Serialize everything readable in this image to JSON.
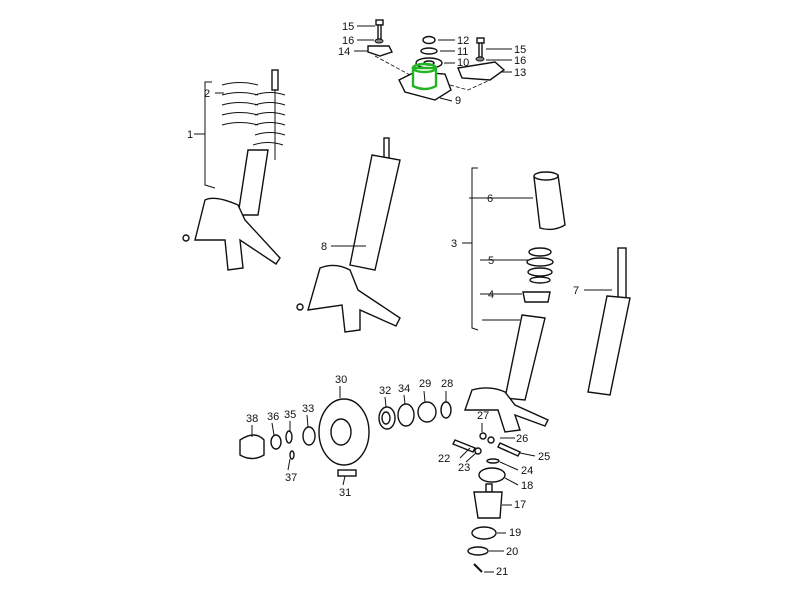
{
  "diagram": {
    "title": "Front suspension strut exploded parts view",
    "highlight_color": "#22b422",
    "highlighted_part": "9",
    "callouts": [
      "15",
      "16",
      "14",
      "12",
      "11",
      "10",
      "15",
      "16",
      "13",
      "9",
      "2",
      "1",
      "8",
      "6",
      "3",
      "5",
      "4",
      "7",
      "30",
      "32",
      "34",
      "29",
      "28",
      "38",
      "36",
      "35",
      "33",
      "37",
      "31",
      "27",
      "26",
      "25",
      "24",
      "22",
      "23",
      "18",
      "17",
      "19",
      "20",
      "21"
    ]
  }
}
